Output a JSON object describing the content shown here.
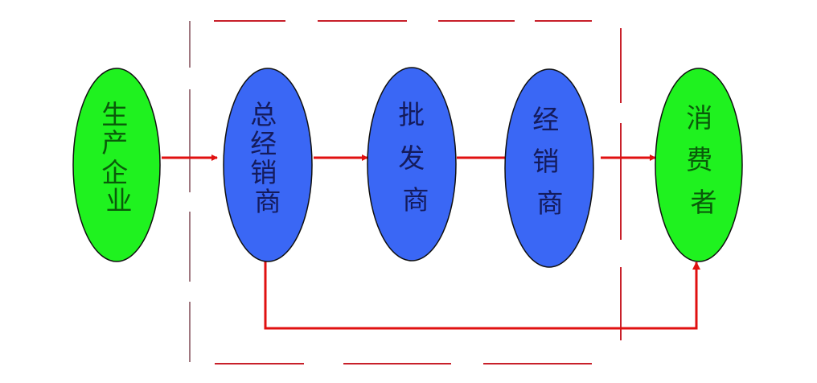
{
  "diagram": {
    "type": "distribution-channel-flow",
    "colors": {
      "producer_fill": "#1FF21F",
      "producer_text": "#0A5A0A",
      "intermediary_fill": "#3A67F5",
      "intermediary_text": "#141B5C",
      "arrow": "#E01010",
      "boundary": "#C8202A",
      "outline": "#101010"
    },
    "nodes": [
      {
        "id": "producer",
        "label": "生产企业",
        "chars": [
          "生",
          "产",
          "企",
          "业"
        ],
        "role": "producer"
      },
      {
        "id": "general-distributor",
        "label": "总经销商",
        "chars": [
          "总",
          "经",
          "销",
          "商"
        ],
        "role": "intermediary"
      },
      {
        "id": "wholesaler",
        "label": "批发商",
        "chars": [
          "批",
          "发",
          "商"
        ],
        "role": "intermediary"
      },
      {
        "id": "distributor",
        "label": "经销商",
        "chars": [
          "经",
          "销",
          "商"
        ],
        "role": "intermediary"
      },
      {
        "id": "consumer",
        "label": "消费者",
        "chars": [
          "消",
          "费",
          "者"
        ],
        "role": "consumer"
      }
    ],
    "edges": [
      {
        "from": "producer",
        "to": "general-distributor"
      },
      {
        "from": "general-distributor",
        "to": "wholesaler"
      },
      {
        "from": "wholesaler",
        "to": "distributor"
      },
      {
        "from": "distributor",
        "to": "consumer"
      },
      {
        "from": "general-distributor",
        "to": "consumer",
        "route": "bottom-bypass"
      }
    ],
    "boundary": {
      "style": "dashed",
      "encloses": [
        "general-distributor",
        "wholesaler",
        "distributor"
      ]
    }
  }
}
